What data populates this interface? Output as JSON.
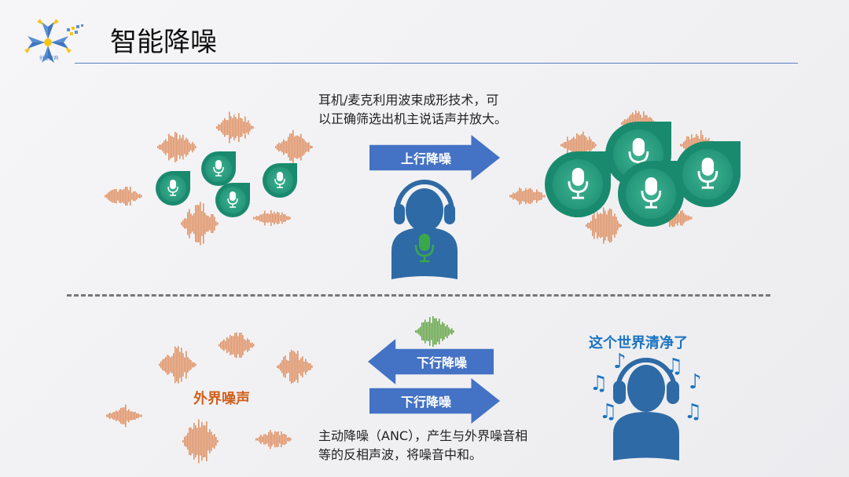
{
  "header": {
    "title": "智能降噪",
    "logo_text": "创道咨询"
  },
  "upper": {
    "description": [
      "耳机/麦克利用波束成形技术，可",
      "以正确筛选出机主说话声并放大。"
    ],
    "arrow_label": "上行降噪"
  },
  "lower": {
    "noise_label": "外界噪声",
    "arrow_left_label": "下行降噪",
    "arrow_right_label": "下行降噪",
    "description": [
      "主动降噪（ANC），产生与外界噪音相",
      "等的反相声波，将噪音中和。"
    ],
    "result_label": "这个世界清净了"
  },
  "colors": {
    "accent": "#4472c4",
    "person": "#2e6aa6",
    "noise": "#e0956a",
    "mic": "#1a8a6e",
    "green_wave": "#6aa84f",
    "orange_text": "#d0601c",
    "blue_text": "#1a73c0"
  }
}
